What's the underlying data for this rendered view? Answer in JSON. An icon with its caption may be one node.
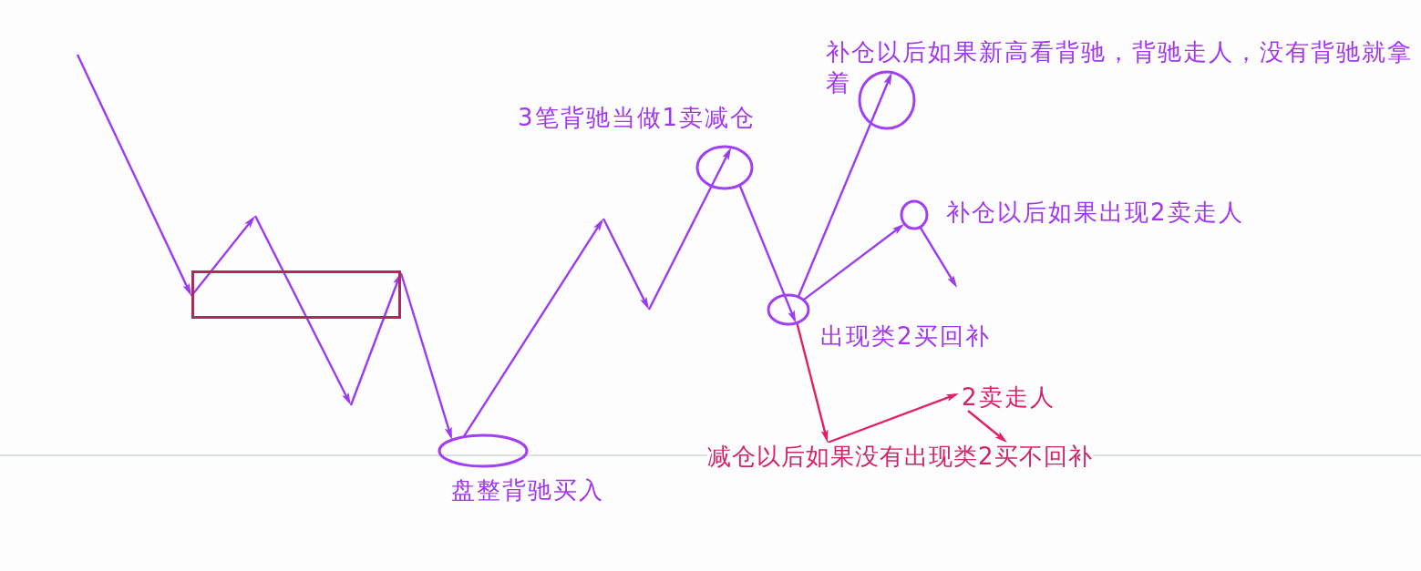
{
  "diagram": {
    "nodes": [
      {
        "text": [],
        "shape": "box"
      },
      {
        "text": [],
        "shape": "ellipse",
        "beside": [
          "盘整背驰买入"
        ]
      },
      {
        "text": [],
        "shape": "ellipse",
        "beside": [
          "3笔背驰当做1卖减仓"
        ]
      },
      {
        "text": [],
        "shape": "ellipse",
        "beside": [
          "出现类2买回补"
        ]
      },
      {
        "text": [],
        "shape": "circle",
        "beside": [
          "补仓以后如果新高看背驰，背驰走人，没有背驰就拿着"
        ]
      },
      {
        "text": [],
        "shape": "circle",
        "beside": [
          "补仓以后如果出现2卖走人"
        ]
      },
      {
        "text": [
          "2卖走人"
        ]
      },
      {
        "text": [
          "减仓以后如果没有出现类2买不回补"
        ]
      }
    ],
    "edges": [
      {
        "from": null,
        "to": 0,
        "arrow": "to"
      },
      {
        "from": 0,
        "to": null,
        "arrow": "to"
      },
      {
        "from": null,
        "to": 0,
        "arrow": "to"
      },
      {
        "from": 0,
        "to": 1,
        "arrow": "to"
      },
      {
        "from": 1,
        "to": null,
        "arrow": "to"
      },
      {
        "from": null,
        "to": 2,
        "arrow": "to"
      },
      {
        "from": 2,
        "to": 3,
        "arrow": "to"
      },
      {
        "from": 3,
        "to": 4,
        "arrow": "to"
      },
      {
        "from": 3,
        "to": 5,
        "arrow": "to"
      },
      {
        "from": 5,
        "to": null,
        "arrow": "to"
      },
      {
        "from": 3,
        "to": 7,
        "arrow": "to",
        "color": "#e2206a"
      },
      {
        "from": 7,
        "to": 6,
        "arrow": "to",
        "color": "#e2206a"
      },
      {
        "from": 6,
        "to": 7,
        "arrow": "to",
        "color": "#e2206a"
      }
    ]
  }
}
